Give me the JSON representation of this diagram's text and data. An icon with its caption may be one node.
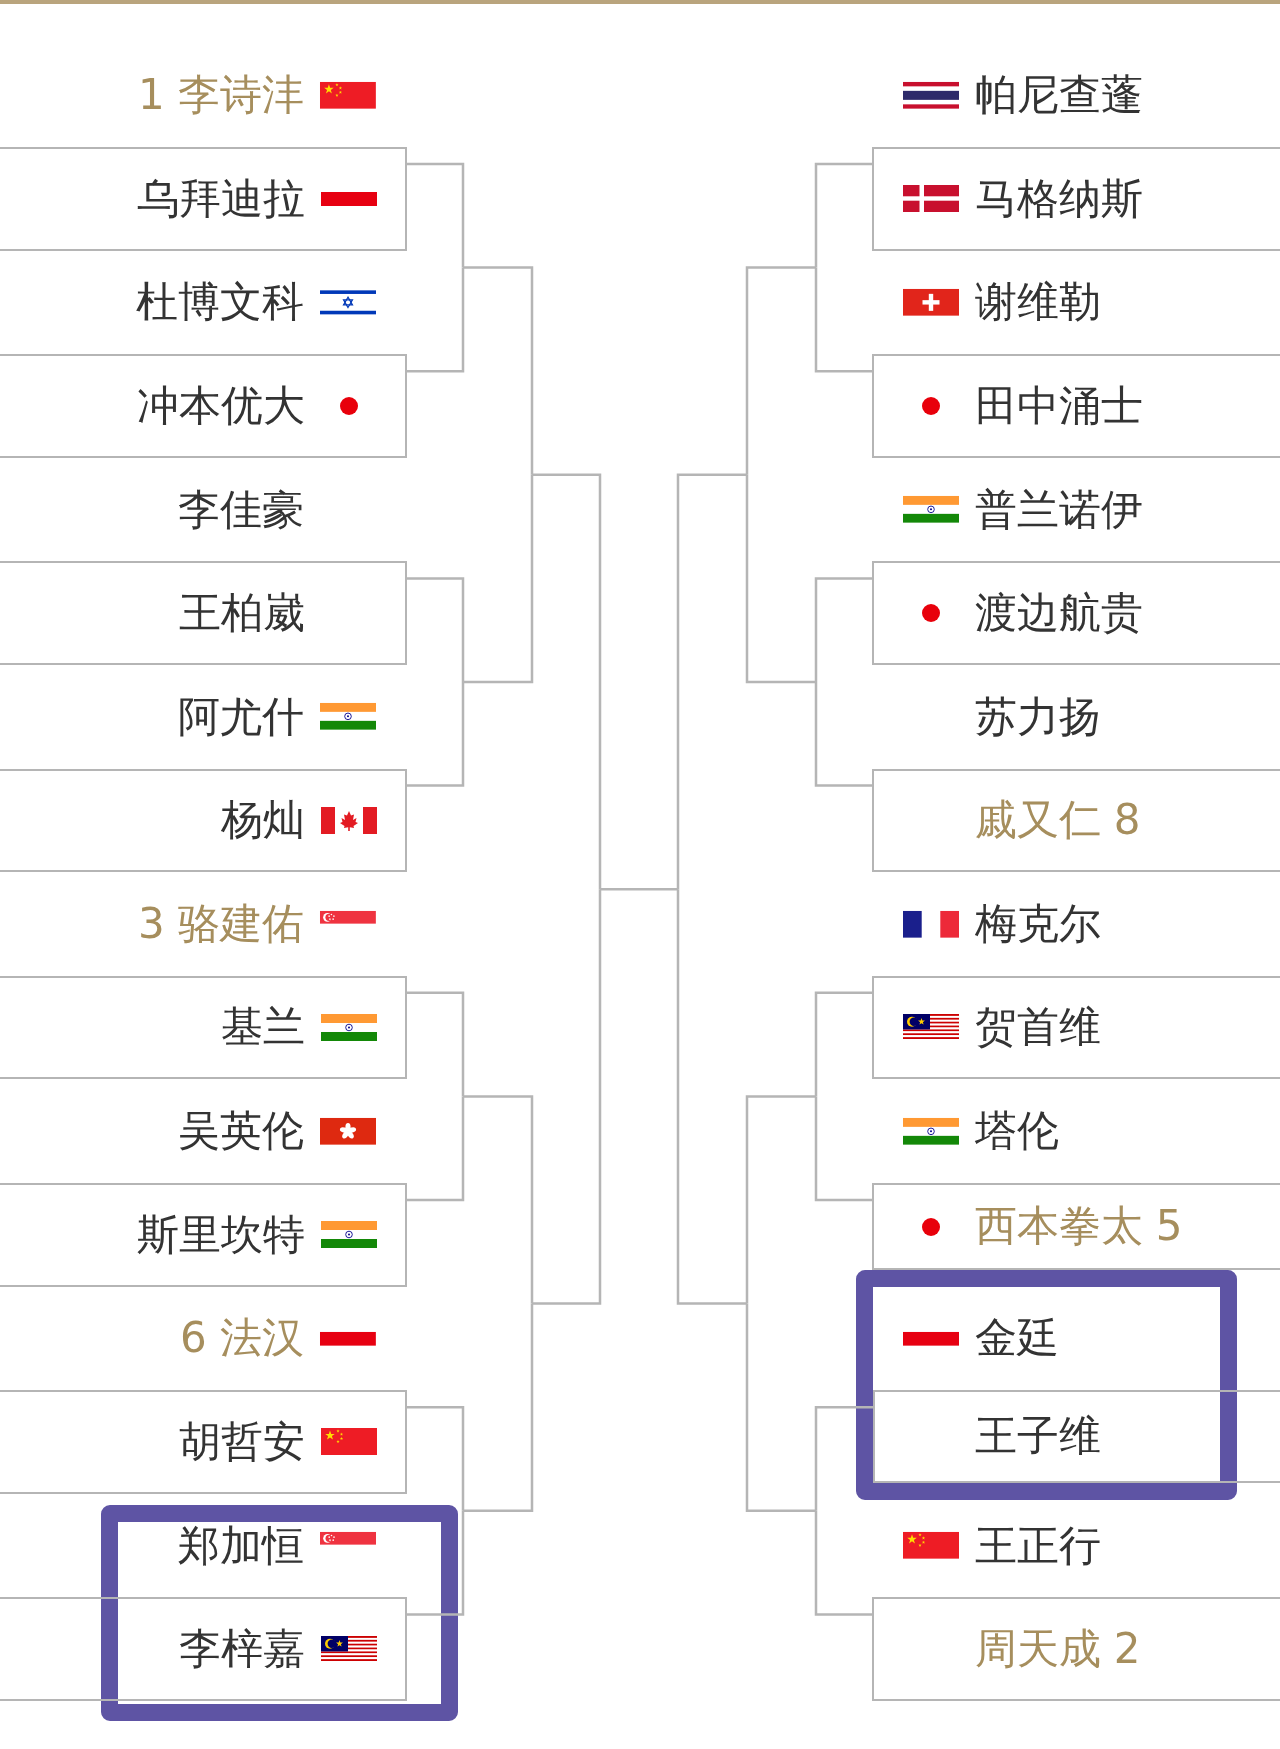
{
  "diagram": {
    "nodes": [
      {
        "text": [
          "1 李诗沣"
        ]
      },
      {
        "text": [
          "乌拜迪拉"
        ]
      },
      {
        "text": [
          "杜博文科"
        ]
      },
      {
        "text": [
          "冲本优大"
        ]
      },
      {
        "text": [
          "李佳豪"
        ]
      },
      {
        "text": [
          "王柏崴"
        ]
      },
      {
        "text": [
          "阿尤什"
        ]
      },
      {
        "text": [
          "杨灿"
        ]
      },
      {
        "text": [
          "3 骆建佑"
        ]
      },
      {
        "text": [
          "基兰"
        ]
      },
      {
        "text": [
          "吴英伦"
        ]
      },
      {
        "text": [
          "斯里坎特"
        ]
      },
      {
        "text": [
          "6 法汉"
        ]
      },
      {
        "text": [
          "胡哲安"
        ]
      },
      {
        "text": [],
        "shape": "box"
      },
      {
        "text": [
          "郑加恒"
        ],
        "in": 14
      },
      {
        "text": [
          "李梓嘉"
        ]
      },
      {
        "text": [
          "帕尼查蓬"
        ]
      },
      {
        "text": [
          "马格纳斯"
        ]
      },
      {
        "text": [
          "谢维勒"
        ]
      },
      {
        "text": [
          "田中涌士"
        ]
      },
      {
        "text": [
          "普兰诺伊"
        ]
      },
      {
        "text": [
          "渡边航贵"
        ]
      },
      {
        "text": [
          "苏力扬"
        ]
      },
      {
        "text": [
          "戚又仁 8"
        ]
      },
      {
        "text": [
          "梅克尔"
        ]
      },
      {
        "text": [
          "贺首维"
        ]
      },
      {
        "text": [
          "塔伦"
        ]
      },
      {
        "text": [
          "西本拳太 5"
        ]
      },
      {
        "text": [],
        "shape": "box"
      },
      {
        "text": [
          "金廷"
        ],
        "in": 29
      },
      {
        "text": [
          "王子维"
        ]
      },
      {
        "text": [
          "王正行"
        ]
      },
      {
        "text": [
          "周天成 2"
        ]
      }
    ],
    "edges": [
      {
        "from": 1,
        "to": 3,
        "arrow": "none"
      },
      {
        "from": 5,
        "to": 7,
        "arrow": "none"
      },
      {
        "from": 9,
        "to": 11,
        "arrow": "none"
      },
      {
        "from": 13,
        "to": 16,
        "arrow": "none"
      },
      {
        "from": 18,
        "to": 20,
        "arrow": "none"
      },
      {
        "from": 22,
        "to": 24,
        "arrow": "none"
      },
      {
        "from": 26,
        "to": 28,
        "arrow": "none"
      },
      {
        "from": 31,
        "to": 33,
        "arrow": "none"
      },
      {
        "from": 3,
        "to": 5,
        "arrow": "none"
      },
      {
        "from": 11,
        "to": 13,
        "arrow": "none"
      },
      {
        "from": 20,
        "to": 22,
        "arrow": "none"
      },
      {
        "from": 28,
        "to": 31,
        "arrow": "none"
      },
      {
        "from": 7,
        "to": 9,
        "arrow": "none"
      },
      {
        "from": 24,
        "to": 26,
        "arrow": "none"
      },
      {
        "from": 7,
        "to": 24,
        "arrow": "none"
      }
    ]
  }
}
